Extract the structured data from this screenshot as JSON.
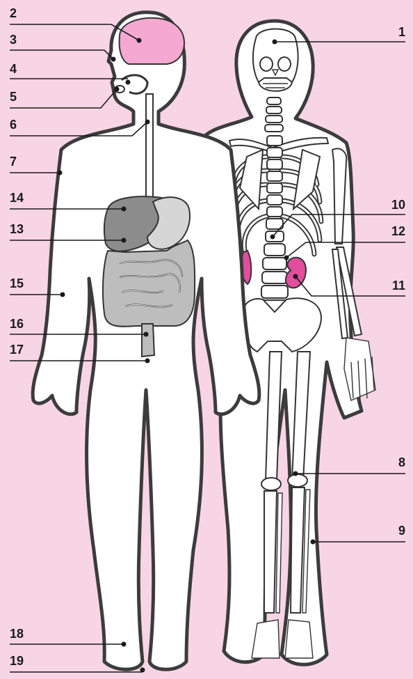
{
  "diagram": {
    "labels": [
      {
        "id": "1",
        "text": "1"
      },
      {
        "id": "2",
        "text": "2"
      },
      {
        "id": "3",
        "text": "3"
      },
      {
        "id": "4",
        "text": "4"
      },
      {
        "id": "5",
        "text": "5"
      },
      {
        "id": "6",
        "text": "6"
      },
      {
        "id": "7",
        "text": "7"
      },
      {
        "id": "8",
        "text": "8"
      },
      {
        "id": "9",
        "text": "9"
      },
      {
        "id": "10",
        "text": "10"
      },
      {
        "id": "11",
        "text": "11"
      },
      {
        "id": "12",
        "text": "12"
      },
      {
        "id": "13",
        "text": "13"
      },
      {
        "id": "14",
        "text": "14"
      },
      {
        "id": "15",
        "text": "15"
      },
      {
        "id": "16",
        "text": "16"
      },
      {
        "id": "17",
        "text": "17"
      },
      {
        "id": "18",
        "text": "18"
      },
      {
        "id": "19",
        "text": "19"
      }
    ],
    "colors": {
      "background": "#f8d5e5",
      "brain": "#f4a8d2",
      "kidney": "#e24d9e",
      "liver": "#8c8c8c",
      "stomach": "#d6d6d6",
      "intestine": "#bdbdbd",
      "outline": "#3c3c3c"
    }
  }
}
